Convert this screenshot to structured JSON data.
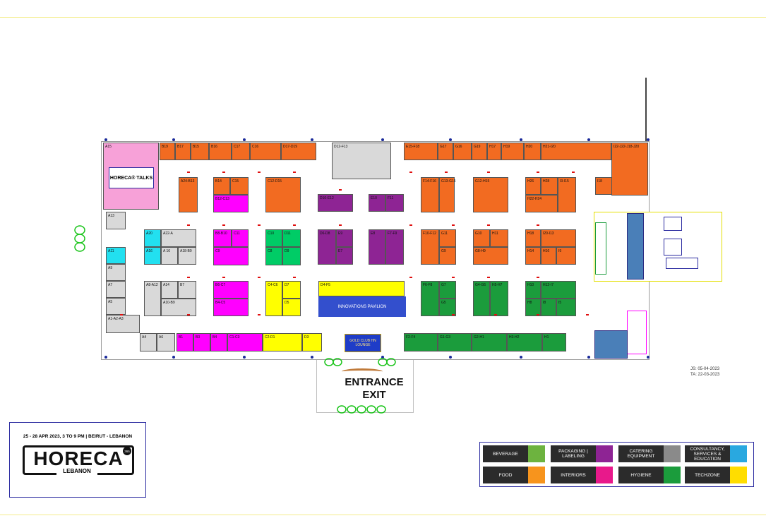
{
  "event": {
    "dates": "25 - 28 APR 2023, 3 TO 9 PM | BEIRUT - LEBANON",
    "brand": "HORECA",
    "brand_sub": "LEBANON",
    "badge": "365"
  },
  "entrance": {
    "line1": "ENTRANCE",
    "line2": "EXIT"
  },
  "stamp": {
    "js": "JS: 05-04-2023",
    "ta": "TA: 22-03-2023"
  },
  "talks": "HORECA® TALKS",
  "pavilion": "INNOVATIONS PAVILION",
  "lounge": "GOLD CLUB HN LOUNGE",
  "booths": [
    {
      "id": "A15",
      "c": "pink"
    },
    {
      "id": "B19",
      "c": "orange"
    },
    {
      "id": "B17",
      "c": "orange"
    },
    {
      "id": "B15",
      "c": "orange"
    },
    {
      "id": "B16",
      "c": "orange"
    },
    {
      "id": "C17",
      "c": "orange"
    },
    {
      "id": "C16",
      "c": "orange"
    },
    {
      "id": "D17-D19",
      "c": "orange"
    },
    {
      "id": "D12-F13",
      "c": "grey"
    },
    {
      "id": "E15-F18",
      "c": "orange"
    },
    {
      "id": "G17",
      "c": "orange"
    },
    {
      "id": "G16",
      "c": "orange"
    },
    {
      "id": "G19",
      "c": "orange"
    },
    {
      "id": "H17",
      "c": "orange"
    },
    {
      "id": "H19",
      "c": "orange"
    },
    {
      "id": "H20",
      "c": "orange"
    },
    {
      "id": "H21-I20",
      "c": "orange"
    },
    {
      "id": "I22-J22-J18-J20",
      "c": "orange"
    },
    {
      "id": "A24-B13",
      "c": "orange"
    },
    {
      "id": "B14",
      "c": "orange"
    },
    {
      "id": "C15",
      "c": "orange"
    },
    {
      "id": "B12-C13",
      "c": "magenta"
    },
    {
      "id": "C12-D15",
      "c": "orange"
    },
    {
      "id": "D10-E12",
      "c": "purple"
    },
    {
      "id": "E10",
      "c": "purple"
    },
    {
      "id": "F11",
      "c": "purple"
    },
    {
      "id": "F14-F16",
      "c": "orange"
    },
    {
      "id": "G13-G15",
      "c": "orange"
    },
    {
      "id": "G12-H15",
      "c": "orange"
    },
    {
      "id": "H26",
      "c": "orange"
    },
    {
      "id": "H28",
      "c": "orange"
    },
    {
      "id": "I3-I15",
      "c": "orange"
    },
    {
      "id": "H22-H24",
      "c": "orange"
    },
    {
      "id": "I18",
      "c": "orange"
    },
    {
      "id": "A20",
      "c": "cyan"
    },
    {
      "id": "A22-A",
      "c": "grey"
    },
    {
      "id": "A16",
      "c": "cyan"
    },
    {
      "id": "A 16",
      "c": "grey"
    },
    {
      "id": "A18-B9",
      "c": "grey"
    },
    {
      "id": "B8-B10",
      "c": "magenta"
    },
    {
      "id": "C11",
      "c": "magenta"
    },
    {
      "id": "C9",
      "c": "magenta"
    },
    {
      "id": "C10",
      "c": "teal"
    },
    {
      "id": "D11",
      "c": "teal"
    },
    {
      "id": "C8",
      "c": "teal"
    },
    {
      "id": "D9",
      "c": "teal"
    },
    {
      "id": "D6-D8",
      "c": "purple"
    },
    {
      "id": "E9",
      "c": "purple"
    },
    {
      "id": "E7",
      "c": "purple"
    },
    {
      "id": "E8",
      "c": "purple"
    },
    {
      "id": "F7-F9",
      "c": "purple"
    },
    {
      "id": "F10-F12",
      "c": "orange"
    },
    {
      "id": "G11",
      "c": "orange"
    },
    {
      "id": "G9",
      "c": "orange"
    },
    {
      "id": "G10",
      "c": "orange"
    },
    {
      "id": "H11",
      "c": "orange"
    },
    {
      "id": "G8-H9",
      "c": "orange"
    },
    {
      "id": "H18",
      "c": "orange"
    },
    {
      "id": "I20-I13",
      "c": "orange"
    },
    {
      "id": "H14",
      "c": "orange"
    },
    {
      "id": "H16",
      "c": "orange"
    },
    {
      "id": "I9",
      "c": "orange"
    },
    {
      "id": "A11",
      "c": "cyan"
    },
    {
      "id": "A9",
      "c": "grey"
    },
    {
      "id": "A13",
      "c": "grey"
    },
    {
      "id": "A7",
      "c": "grey"
    },
    {
      "id": "A5",
      "c": "grey"
    },
    {
      "id": "A8-A12",
      "c": "grey"
    },
    {
      "id": "A14",
      "c": "grey"
    },
    {
      "id": "B7",
      "c": "grey"
    },
    {
      "id": "A10-B9",
      "c": "grey"
    },
    {
      "id": "B6-C7",
      "c": "magenta"
    },
    {
      "id": "B4-C5",
      "c": "magenta"
    },
    {
      "id": "C4-C6",
      "c": "yellow"
    },
    {
      "id": "D7",
      "c": "yellow"
    },
    {
      "id": "D5",
      "c": "yellow"
    },
    {
      "id": "D4-F5",
      "c": "yellow"
    },
    {
      "id": "F6-F8",
      "c": "green"
    },
    {
      "id": "G7",
      "c": "green"
    },
    {
      "id": "G5",
      "c": "green"
    },
    {
      "id": "G4-G6",
      "c": "green"
    },
    {
      "id": "H5-H7",
      "c": "green"
    },
    {
      "id": "H10",
      "c": "green"
    },
    {
      "id": "H12-I7",
      "c": "green"
    },
    {
      "id": "H8",
      "c": "green"
    },
    {
      "id": "I8",
      "c": "green"
    },
    {
      "id": "I5",
      "c": "green"
    },
    {
      "id": "A1-A2-A3",
      "c": "grey"
    },
    {
      "id": "A4",
      "c": "grey"
    },
    {
      "id": "A6",
      "c": "grey"
    },
    {
      "id": "B1",
      "c": "magenta"
    },
    {
      "id": "B3",
      "c": "magenta"
    },
    {
      "id": "B4",
      "c": "magenta"
    },
    {
      "id": "C1-C3",
      "c": "magenta"
    },
    {
      "id": "C2-D1",
      "c": "yellow"
    },
    {
      "id": "D3",
      "c": "yellow"
    },
    {
      "id": "F2-F4",
      "c": "green"
    },
    {
      "id": "G1-G3",
      "c": "green"
    },
    {
      "id": "G2-H1",
      "c": "green"
    },
    {
      "id": "H3-H2",
      "c": "green"
    },
    {
      "id": "H1",
      "c": "green"
    }
  ],
  "legend": [
    {
      "label": "BEVERAGE",
      "color": "#6db33f",
      "icon": "glass-icon"
    },
    {
      "label": "PACKAGING | LABELING",
      "color": "#8e2494",
      "icon": "package-icon"
    },
    {
      "label": "CATERING EQUIPMENT",
      "color": "#8a8a8a",
      "icon": "extinguisher-icon"
    },
    {
      "label": "CONSULTANCY, SERVICES & EDUCATION",
      "color": "#29a8e0",
      "icon": "book-icon"
    },
    {
      "label": "FOOD",
      "color": "#f7941d",
      "icon": "apple-icon"
    },
    {
      "label": "INTERIORS",
      "color": "#e8198b",
      "icon": "chair-icon"
    },
    {
      "label": "HYGIENE",
      "color": "#1b9c3c",
      "icon": "leaf-icon"
    },
    {
      "label": "TECHZONE",
      "color": "#ffdd00",
      "icon": "tools-icon"
    }
  ]
}
